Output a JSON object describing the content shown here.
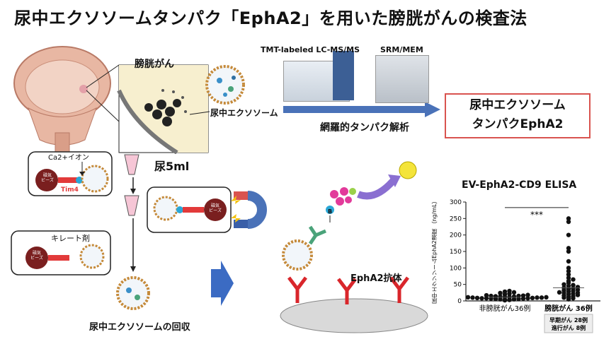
{
  "title": "尿中エクソソームタンパク「EphA2」を用いた膀胱がんの検査法",
  "top": {
    "bladder_cancer_label": "膀胱がん",
    "exosome_label": "尿中エクソソーム",
    "ms_label": "TMT-labeled LC-MS/MS",
    "srm_label": "SRM/MEM",
    "analysis_label": "網羅的タンパク解析",
    "result_line1": "尿中エクソソーム",
    "result_line2": "タンパクEphA2"
  },
  "protocol": {
    "ca_label": "Ca2+イオン",
    "magnetic_bead": "磁気ビーズ",
    "magnetic_line1": "磁気",
    "magnetic_line2": "ビーズ",
    "tim4": "Tim4",
    "urine_volume": "尿5ml",
    "chelator": "キレート剤",
    "recovery_label": "尿中エクソソームの回収"
  },
  "elisa": {
    "antibody_label": "EphA2抗体",
    "b_label": "B"
  },
  "chart_data": {
    "type": "scatter",
    "title": "EV-EphA2-CD9 ELISA",
    "ylabel": "尿中エクソソームEphA2濃度 （ng/mL）",
    "ylim": [
      0,
      300
    ],
    "yticks": [
      0,
      50,
      100,
      150,
      200,
      250,
      300
    ],
    "categories": [
      "非膀胱がん36例",
      "膀胱がん 36例"
    ],
    "sublabels": [
      "早期がん 28例",
      "進行がん 8例"
    ],
    "significance": "***",
    "series": [
      {
        "values": [
          2,
          3,
          4,
          4,
          5,
          5,
          6,
          6,
          7,
          7,
          8,
          8,
          8,
          9,
          9,
          10,
          10,
          10,
          11,
          11,
          12,
          12,
          13,
          13,
          14,
          15,
          15,
          16,
          17,
          18,
          20,
          22,
          24,
          26,
          28,
          30
        ]
      },
      {
        "values": [
          5,
          8,
          10,
          12,
          14,
          16,
          18,
          20,
          22,
          24,
          25,
          26,
          28,
          30,
          32,
          34,
          36,
          38,
          40,
          42,
          45,
          48,
          50,
          55,
          60,
          65,
          70,
          80,
          90,
          100,
          120,
          150,
          160,
          200,
          240,
          250
        ]
      }
    ]
  }
}
